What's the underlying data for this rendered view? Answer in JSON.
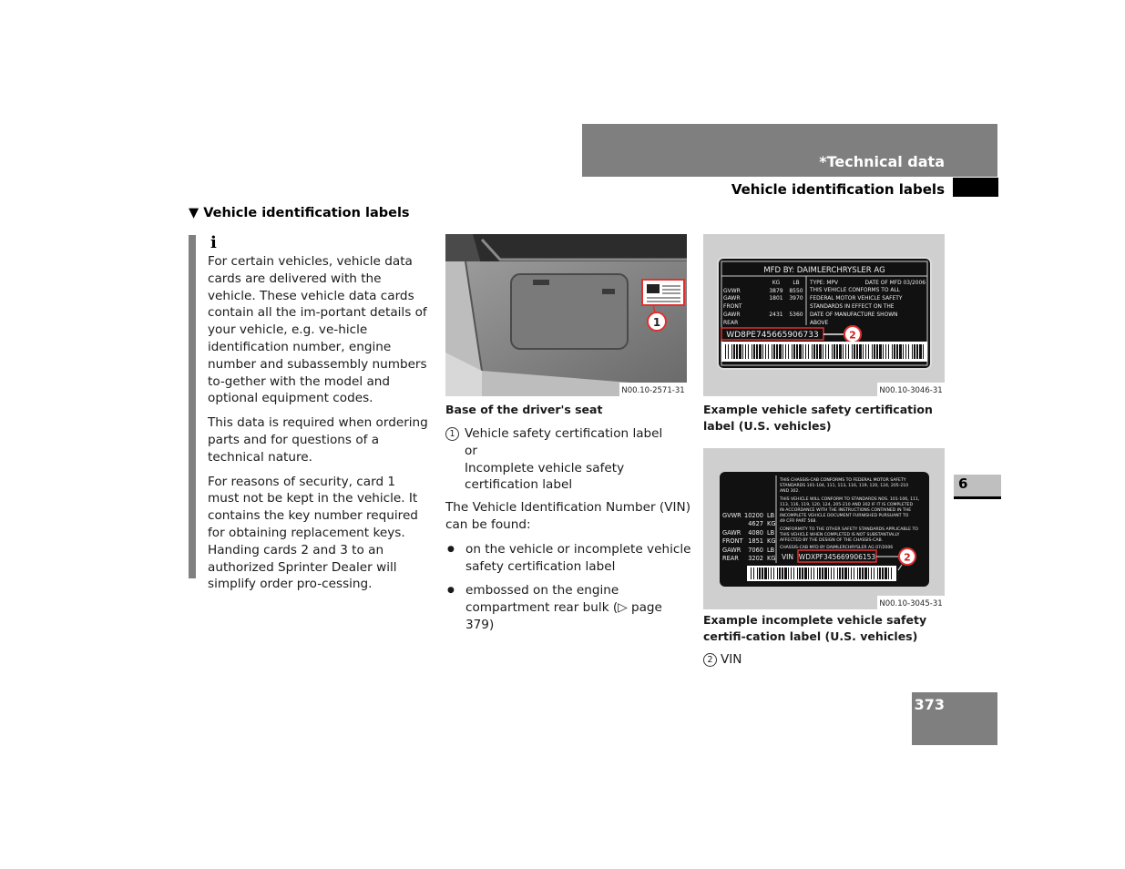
{
  "header": {
    "chapter_title": "*Technical data",
    "section_title": "Vehicle identification labels",
    "chapter_tab": "6",
    "page_number": "373"
  },
  "left": {
    "heading": "▼ Vehicle identification labels",
    "info_icon": "info-icon",
    "info_paragraphs": [
      "For certain vehicles, vehicle data cards are delivered with the vehicle. These vehicle data cards contain all the im-portant details of your vehicle, e.g. ve-hicle identification number, engine number and subassembly numbers to-gether with the model and optional equipment codes.",
      "This data is required when ordering parts and for questions of a technical nature.",
      "For reasons of security, card 1 must not be kept in the vehicle. It contains the key number required for obtaining replacement keys.",
      "Handing cards 2 and 3 to an authorized Sprinter Dealer will simplify order pro-cessing."
    ]
  },
  "photo": {
    "code": "N00.10-2571-31",
    "marker": "1",
    "caption": "Base of the driver's seat"
  },
  "middle": {
    "item_number": "1",
    "item_line1": "Vehicle safety certification label",
    "item_line2": "or",
    "item_line3": "Incomplete vehicle safety certification label",
    "vin_intro": "The Vehicle Identification Number (VIN) can be found:",
    "bullets": [
      "on the vehicle or incomplete vehicle safety certification label",
      "embossed on the engine compartment rear bulk (▷ page 379)"
    ]
  },
  "label_top": {
    "mfd": "MFD BY: DAIMLERCHRYSLER AG",
    "type": "TYPE: MPV",
    "date": "DATE OF MFD 03/2006",
    "kg": "KG",
    "lb": "LB",
    "rows": [
      {
        "name": "GVWR",
        "kg": "3879",
        "lb": "8550"
      },
      {
        "name": "GAWR",
        "kg": "1801",
        "lb": "3970"
      },
      {
        "name": "FRONT",
        "kg": "",
        "lb": ""
      },
      {
        "name": "GAWR",
        "kg": "2431",
        "lb": "5360"
      },
      {
        "name": "REAR",
        "kg": "",
        "lb": ""
      }
    ],
    "statement": [
      "THIS VEHICLE CONFORMS TO ALL",
      "FEDERAL MOTOR VEHICLE SAFETY",
      "STANDARDS IN EFFECT ON THE",
      "DATE OF MANUFACTURE SHOWN",
      "ABOVE"
    ],
    "vin": "WD8PE745665906733",
    "marker": "2",
    "code": "N00.10-3046-31",
    "caption": "Example vehicle safety certification label (U.S. vehicles)"
  },
  "label_bot": {
    "statement": [
      "THIS CHASSIS-CAB CONFORMS TO FEDERAL MOTOR SAFETY",
      "STANDARDS 101-104, 111, 113, 116, 119, 120, 124, 205-210",
      "AND 302.",
      "THIS VEHICLE WILL CONFORM TO STANDARDS NOS. 101-106, 111,",
      "113, 116, 119, 120, 124, 205-210 AND 302 IF IT IS COMPLETED",
      "IN ACCORDANCE WITH THE INSTRUCTIONS CONTAINED IN THE",
      "INCOMPLETE VEHICLE DOCUMENT FURNISHED PURSUANT TO",
      "49 CFR PART 568.",
      "CONFORMITY TO THE OTHER SAFETY STANDARDS APPLICABLE TO",
      "THIS VEHICLE WHEN COMPLETED IS NOT SUBSTANTIALLY",
      "AFFECTED BY THE DESIGN OF THE CHASSIS-CAB.",
      "CHASSIS-CAB MFD BY DAIMLERCHRYSLER AG 07/2006"
    ],
    "rows": [
      {
        "name": "GVWR",
        "value": "10200",
        "unit": "LB"
      },
      {
        "name": "",
        "value": "4627",
        "unit": "KG"
      },
      {
        "name": "GAWR",
        "value": "4080",
        "unit": "LB"
      },
      {
        "name": "FRONT",
        "value": "1851",
        "unit": "KG"
      },
      {
        "name": "GAWR",
        "value": "7060",
        "unit": "LB"
      },
      {
        "name": "REAR",
        "value": "3202",
        "unit": "KG"
      }
    ],
    "vin_label": "VIN",
    "vin": "WDXPF345669906153",
    "marker": "2",
    "code": "N00.10-3045-31",
    "caption": "Example incomplete vehicle safety certifi-cation label (U.S. vehicles)"
  },
  "vin_note": {
    "number": "2",
    "text": "VIN"
  }
}
